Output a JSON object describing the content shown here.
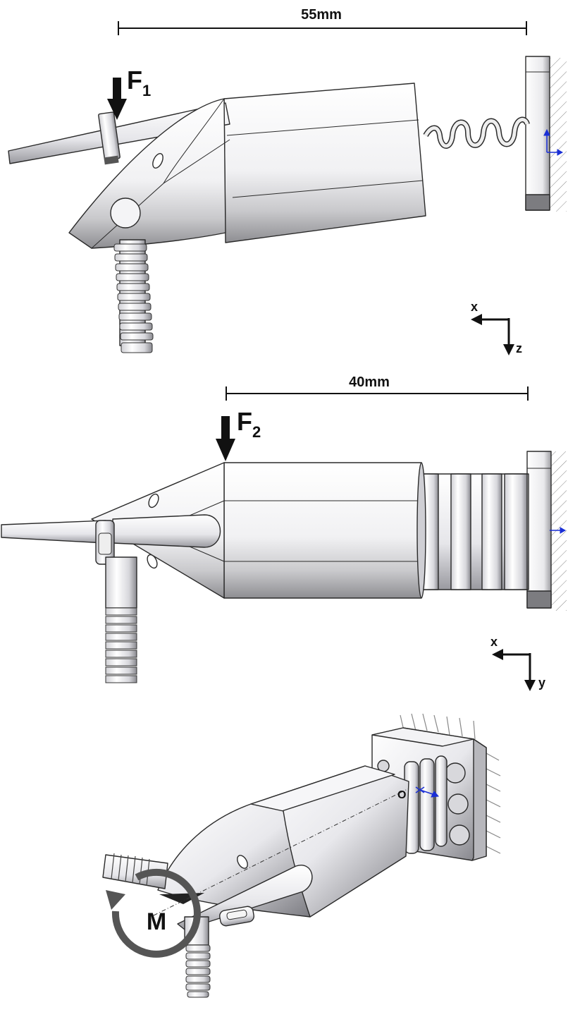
{
  "panels": {
    "side_view": {
      "dimension": "55mm",
      "force_main": "F",
      "force_sub": "1",
      "axis_horizontal": "x",
      "axis_vertical": "z"
    },
    "top_view": {
      "dimension": "40mm",
      "force_main": "F",
      "force_sub": "2",
      "axis_horizontal": "x",
      "axis_vertical": "y"
    },
    "iso_view": {
      "moment": "M",
      "origin": "O"
    }
  },
  "colors": {
    "ink": "#111111",
    "moment_arrow": "#555555",
    "csys": "#1a2fd6"
  }
}
